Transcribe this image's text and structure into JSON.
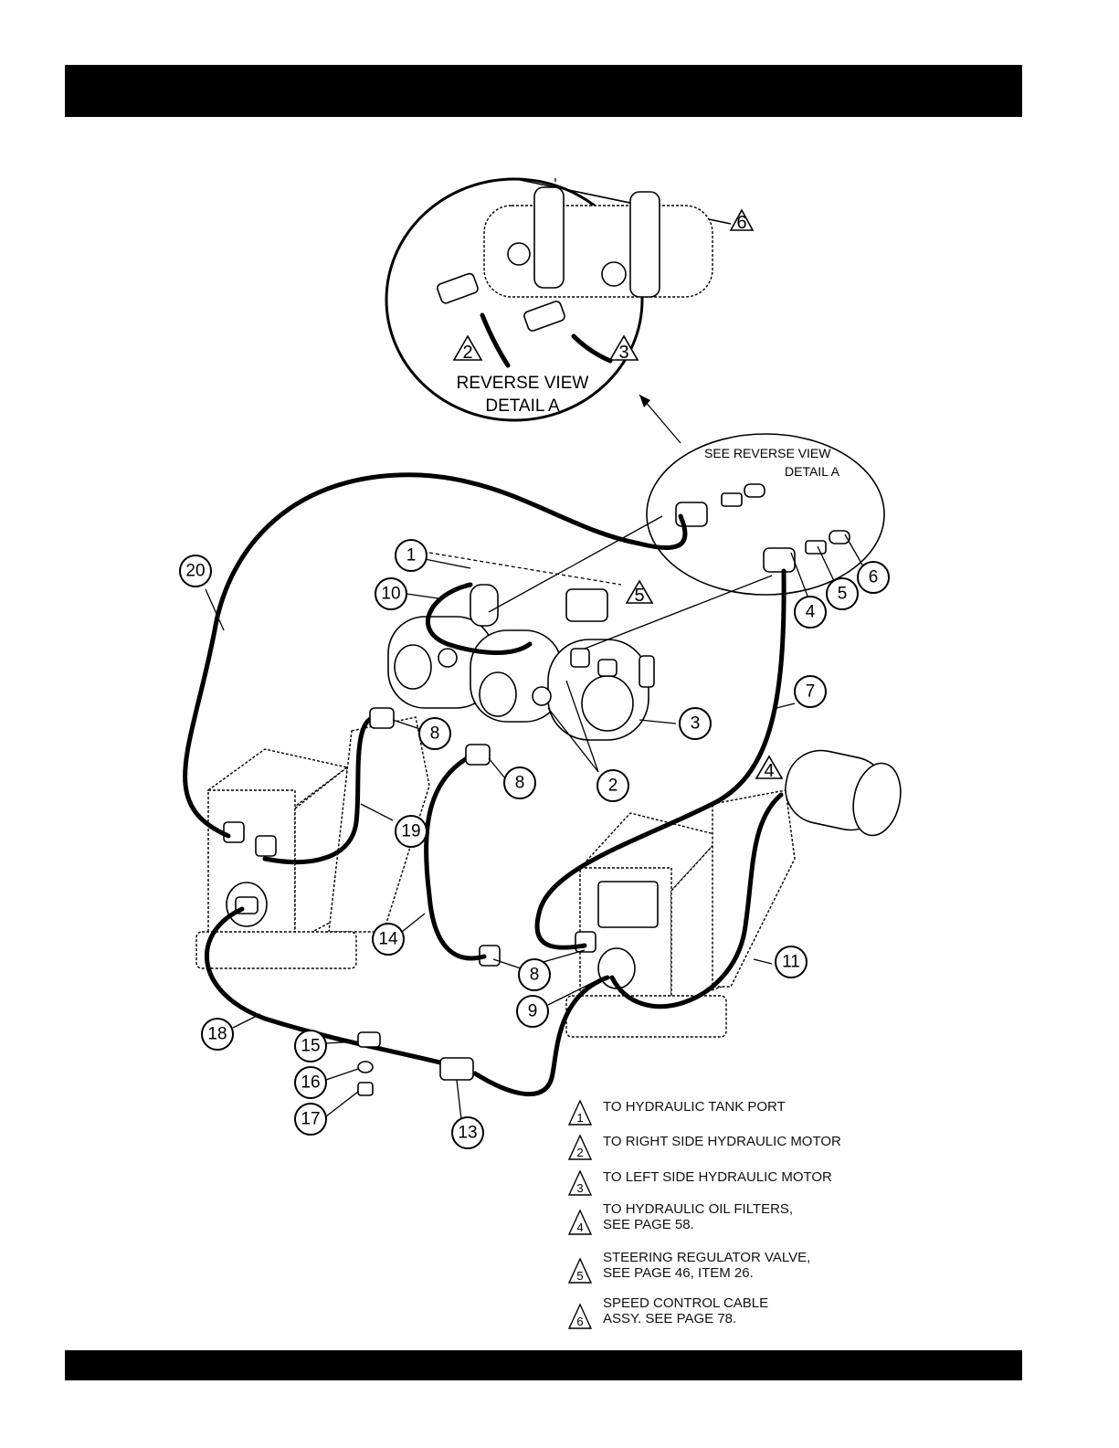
{
  "detail": {
    "title_line1": "REVERSE VIEW",
    "title_line2": "DETAIL A",
    "see_line1": "SEE REVERSE VIEW",
    "see_line2": "DETAIL A",
    "markers": [
      "6",
      "2",
      "3"
    ]
  },
  "callouts": [
    "1",
    "10",
    "20",
    "5",
    "4",
    "5",
    "6",
    "7",
    "3",
    "8",
    "8",
    "2",
    "19",
    "4",
    "14",
    "8",
    "9",
    "11",
    "18",
    "15",
    "16",
    "17",
    "13"
  ],
  "legend": [
    {
      "num": "1",
      "text": "TO HYDRAULIC TANK PORT"
    },
    {
      "num": "2",
      "text": "TO RIGHT SIDE HYDRAULIC MOTOR"
    },
    {
      "num": "3",
      "text": "TO LEFT SIDE HYDRAULIC MOTOR"
    },
    {
      "num": "4",
      "text": "TO HYDRAULIC OIL FILTERS,\nSEE PAGE 58."
    },
    {
      "num": "5",
      "text": "STEERING REGULATOR VALVE,\nSEE PAGE 46, ITEM 26."
    },
    {
      "num": "6",
      "text": "SPEED CONTROL CABLE\nASSY.  SEE PAGE 78."
    }
  ]
}
